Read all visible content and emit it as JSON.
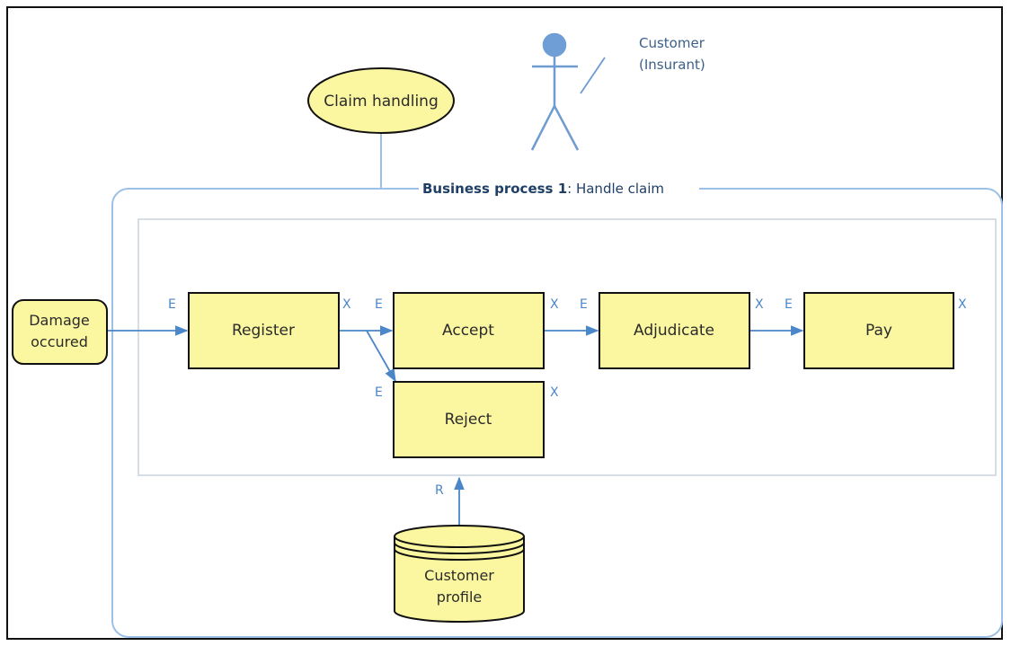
{
  "colors": {
    "fill": "#fbf7a0",
    "stroke": "#111111",
    "line": "#5b9bd5",
    "marker": "#4a86c8",
    "title_bold": "#1f3f66"
  },
  "actor": {
    "icon": "stick-figure-icon",
    "line1": "Customer",
    "line2": "(Insurant)"
  },
  "use_case": {
    "label": "Claim handling"
  },
  "process": {
    "title_bold": "Business process 1",
    "title_rest": ": Handle claim"
  },
  "trigger": {
    "line1": "Damage",
    "line2": "occured"
  },
  "activities": {
    "register": "Register",
    "accept": "Accept",
    "adjudicate": "Adjudicate",
    "pay": "Pay",
    "reject": "Reject"
  },
  "markers": {
    "entry": "E",
    "exit": "X",
    "read": "R"
  },
  "store": {
    "line1": "Customer",
    "line2": "profile",
    "icon": "database-icon"
  }
}
